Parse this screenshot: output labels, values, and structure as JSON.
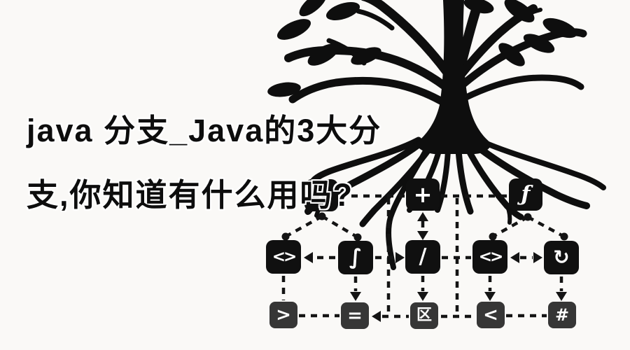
{
  "meta": {
    "background_color": "#faf9f7",
    "ink_color": "#111111",
    "node_color": "#101010",
    "bottom_node_color": "#363636",
    "symbol_color": "#ffffff"
  },
  "title": {
    "line1": "java 分支_Java的3大分",
    "line2": "支,你知道有什么用吗?"
  },
  "illustration": {
    "icon": "tree-silhouette-icon"
  },
  "diagram": {
    "rows": [
      {
        "name": "top",
        "nodes": [
          {
            "icon": "slash-icon",
            "symbol": "/"
          },
          {
            "icon": "plus-icon",
            "symbol": "+"
          },
          {
            "icon": "function-icon",
            "symbol": "ƒ"
          }
        ]
      },
      {
        "name": "middle",
        "nodes": [
          {
            "icon": "code-brackets-icon",
            "symbol": "<>"
          },
          {
            "icon": "integral-icon",
            "symbol": "∫"
          },
          {
            "icon": "slash-icon",
            "symbol": "/"
          },
          {
            "icon": "code-brackets-icon",
            "symbol": "<>"
          },
          {
            "icon": "refresh-icon",
            "symbol": "↻"
          }
        ]
      },
      {
        "name": "bottom",
        "nodes": [
          {
            "icon": "greater-than-icon",
            "symbol": ">"
          },
          {
            "icon": "equals-icon",
            "symbol": "="
          },
          {
            "icon": "qu-character-icon",
            "symbol": "区"
          },
          {
            "icon": "less-than-icon",
            "symbol": "<"
          },
          {
            "icon": "hash-icon",
            "symbol": "#"
          }
        ]
      }
    ]
  }
}
